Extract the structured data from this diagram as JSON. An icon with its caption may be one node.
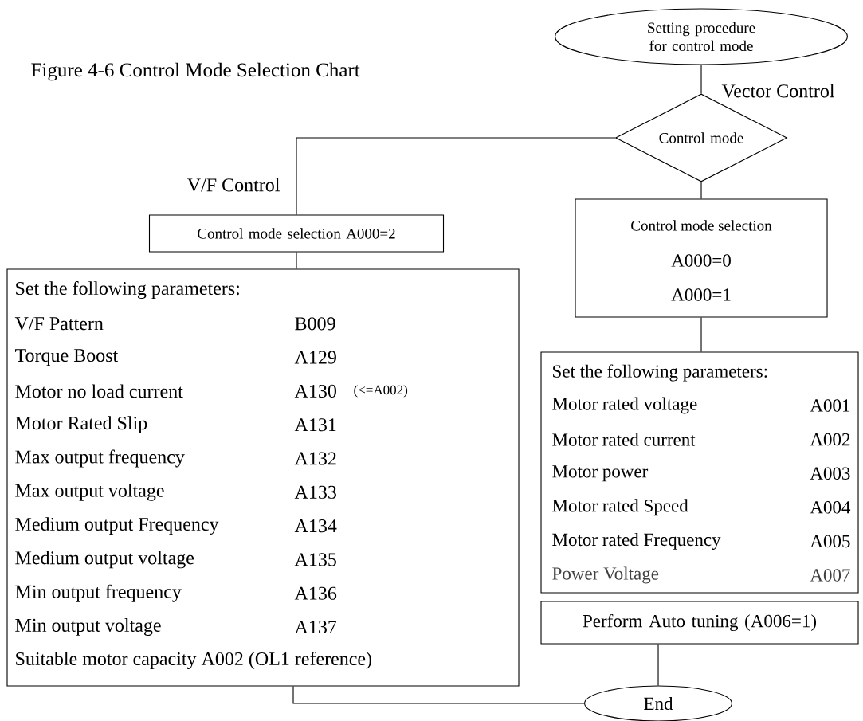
{
  "diagram": {
    "title": "Figure 4-6 Control Mode Selection Chart",
    "nodes": [
      {
        "text": [
          "Setting procedure for control mode"
        ]
      },
      {
        "text": [
          "Control mode"
        ]
      },
      {
        "text": [
          "Control mode selection A000=2"
        ]
      },
      {
        "text": [
          "Set the following parameters:",
          "V/F Pattern",
          "B009",
          "Torque Boost",
          "A129",
          "Motor no load current",
          "A130",
          "(<=A002)",
          "Motor Rated Slip",
          "A131",
          "Max output frequency",
          "A132",
          "Max output voltage",
          "A133",
          "Medium output Frequency",
          "A134",
          "Medium output voltage",
          "A135",
          "Min output frequency",
          "A136",
          "Min output voltage",
          "A137",
          "Suitable motor capacity A002 (OL1 reference)"
        ]
      },
      {
        "text": [
          "Control mode selection",
          "A000=0",
          "A000=1"
        ]
      },
      {
        "text": [
          "Set the following parameters:",
          "Motor rated voltage",
          "A001",
          "Motor rated current",
          "A002",
          "Motor power",
          "A003",
          "Motor rated Speed",
          "A004",
          "Motor rated Frequency",
          "A005",
          "Power Voltage",
          "A007"
        ]
      },
      {
        "text": [
          "Perform Auto tuning (A006=1)"
        ]
      },
      {
        "text": [
          "End"
        ]
      }
    ],
    "edges": [
      {
        "from": 0,
        "to": 1,
        "arrow": "none"
      },
      {
        "from": 1,
        "to": 2,
        "arrow": "none"
      },
      {
        "from": 1,
        "to": 4,
        "arrow": "none"
      },
      {
        "from": 2,
        "to": 3,
        "arrow": "none"
      },
      {
        "from": 4,
        "to": 5,
        "arrow": "none"
      },
      {
        "from": 6,
        "to": 7,
        "arrow": "none"
      },
      {
        "from": 3,
        "to": 7,
        "arrow": "none"
      }
    ],
    "labels": [
      "Vector Control",
      "V/F Control"
    ]
  }
}
